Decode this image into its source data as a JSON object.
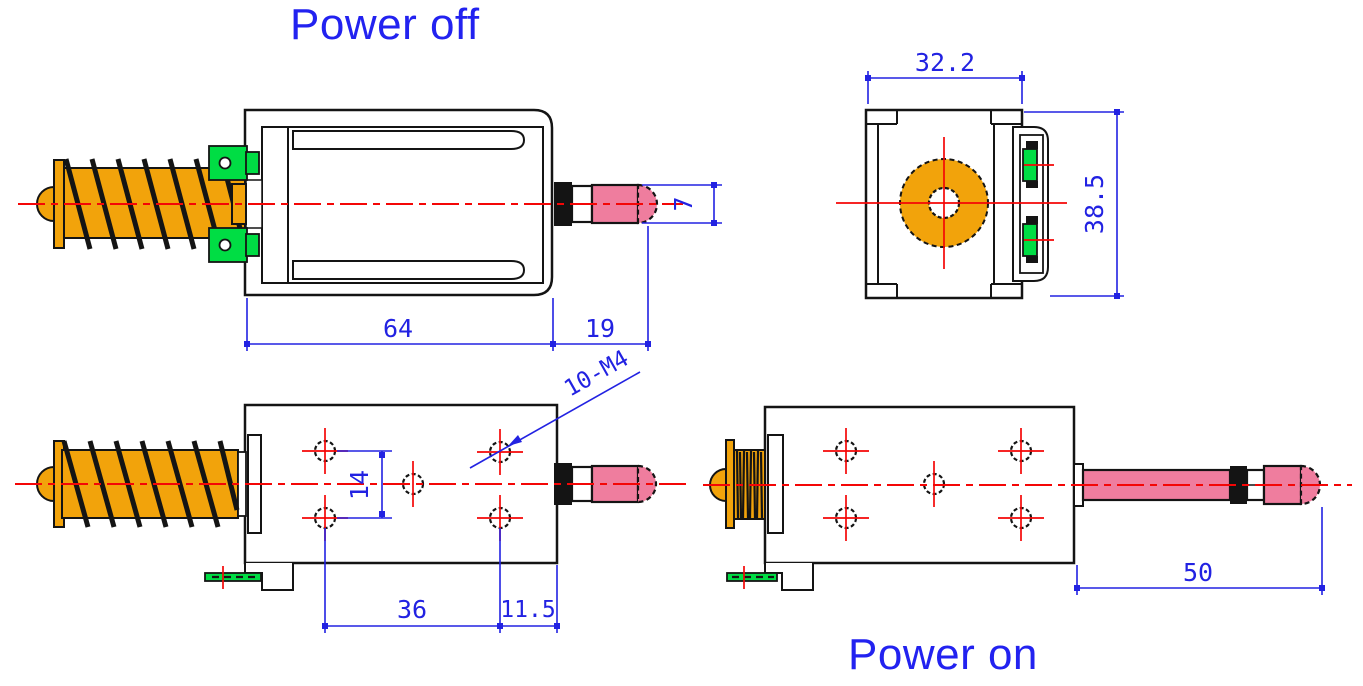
{
  "titles": {
    "power_off": "Power off",
    "power_on": "Power on"
  },
  "dimensions": {
    "body_length": "64",
    "stroke_off": "19",
    "rod_diameter": "7",
    "body_width": "32.2",
    "body_height": "38.5",
    "hole_row_spacing": "14",
    "hole_col_spacing": "36",
    "hole_edge_offset": "11.5",
    "thread_callout": "10-M4",
    "rod_extended_length": "50"
  },
  "colors": {
    "dimension_blue": "#2222e2",
    "title_blue": "#2222f0",
    "centerline_red": "#f40606",
    "plunger_orange": "#f2a30b",
    "terminal_green": "#00dd44",
    "rod_pink": "#ef7d9e",
    "outline_black": "#141414",
    "background": "#ffffff"
  }
}
